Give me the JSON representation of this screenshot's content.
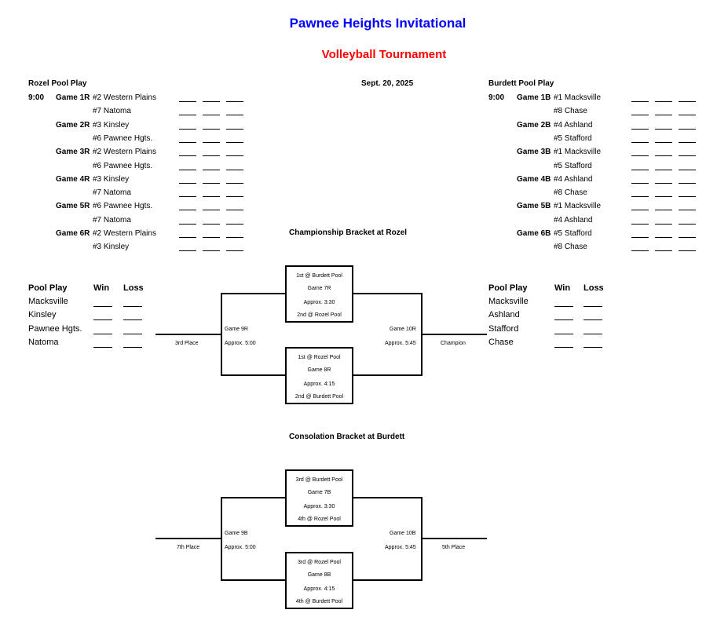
{
  "header": {
    "title": "Pawnee Heights Invitational",
    "subtitle": "Volleyball Tournament",
    "date": "Sept. 20, 2025",
    "title_color": "#0000ff",
    "subtitle_color": "#ff0000"
  },
  "rozel": {
    "heading": "Rozel Pool Play",
    "time": "9:00",
    "games": [
      {
        "game": "Game 1R",
        "team1": "#2 Western Plains",
        "team2": "#7 Natoma"
      },
      {
        "game": "Game 2R",
        "team1": "#3 Kinsley",
        "team2": "#6 Pawnee Hgts."
      },
      {
        "game": "Game 3R",
        "team1": "#2 Western Plains",
        "team2": "#6 Pawnee Hgts."
      },
      {
        "game": "Game 4R",
        "team1": "#3 Kinsley",
        "team2": "#7 Natoma"
      },
      {
        "game": "Game 5R",
        "team1": "#6 Pawnee Hgts.",
        "team2": "#7 Natoma"
      },
      {
        "game": "Game 6R",
        "team1": "#2 Western Plains",
        "team2": "#3 Kinsley"
      }
    ]
  },
  "burdett": {
    "heading": "Burdett Pool Play",
    "time": "9:00",
    "games": [
      {
        "game": "Game 1B",
        "team1": "#1 Macksville",
        "team2": "#8 Chase"
      },
      {
        "game": "Game 2B",
        "team1": "#4  Ashland",
        "team2": "#5 Stafford"
      },
      {
        "game": "Game 3B",
        "team1": "#1 Macksville",
        "team2": "#5 Stafford"
      },
      {
        "game": "Game 4B",
        "team1": "#4  Ashland",
        "team2": "#8 Chase"
      },
      {
        "game": "Game 5B",
        "team1": "#1 Macksville",
        "team2": "#4  Ashland"
      },
      {
        "game": "Game 6B",
        "team1": "#5 Stafford",
        "team2": "#8 Chase"
      }
    ]
  },
  "standings": {
    "left": {
      "heading": "Pool Play",
      "win": "Win",
      "loss": "Loss",
      "teams": [
        "Macksville",
        "Kinsley",
        "Pawnee Hgts.",
        "Natoma"
      ]
    },
    "right": {
      "heading": "Pool Play",
      "win": "Win",
      "loss": "Loss",
      "teams": [
        "Macksville",
        "Ashland",
        "Stafford",
        "Chase"
      ]
    }
  },
  "championship": {
    "heading": "Championship Bracket at Rozel",
    "top": {
      "seed1": "1st @ Burdett Pool",
      "game": "Game 7R",
      "time": "Approx. 3:30",
      "seed2": "2nd @ Rozel Pool"
    },
    "bottom": {
      "seed1": "1st @ Rozel Pool",
      "game": "Game 8R",
      "time": "Approx. 4:15",
      "seed2": "2nd @ Burdett Pool"
    },
    "left": {
      "game": "Game 9R",
      "time": "Approx. 5:00",
      "place": "3rd Place"
    },
    "right": {
      "game": "Game 10R",
      "time": "Approx. 5:45",
      "place": "Champion"
    }
  },
  "consolation": {
    "heading": "Consolation Bracket at Burdett",
    "top": {
      "seed1": "3rd @ Burdett Pool",
      "game": "Game 7B",
      "time": "Approx. 3:30",
      "seed2": "4th @ Rozel Pool"
    },
    "bottom": {
      "seed1": "3rd @ Rozel Pool",
      "game": "Game 8B",
      "time": "Approx. 4:15",
      "seed2": "4th @ Burdett Pool"
    },
    "left": {
      "game": "Game 9B",
      "time": "Approx. 5:00",
      "place": "7th Place"
    },
    "right": {
      "game": "Game 10B",
      "time": "Approx. 5:45",
      "place": "5th Place"
    }
  }
}
